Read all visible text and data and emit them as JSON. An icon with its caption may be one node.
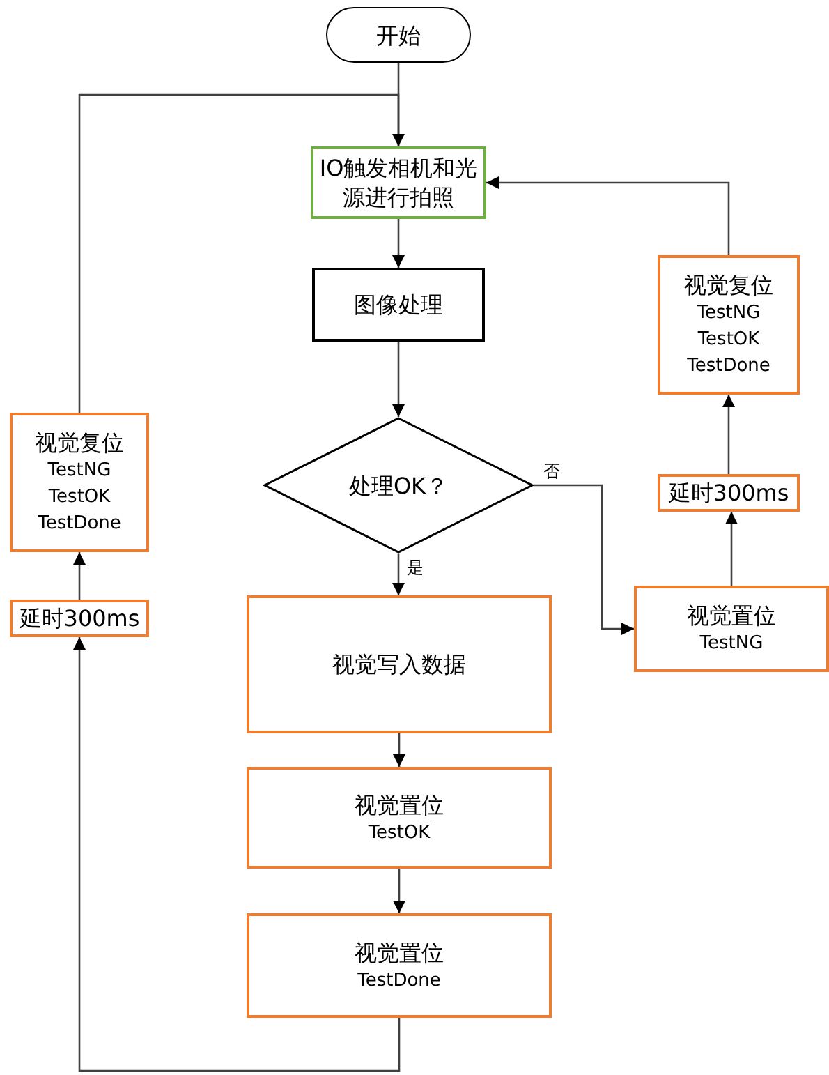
{
  "diagram": {
    "nodes": [
      {
        "text": [
          "开始"
        ]
      },
      {
        "text": [
          "IO触发相机和光源进行拍照"
        ]
      },
      {
        "text": [
          "图像处理"
        ]
      },
      {
        "text": [
          "处理OK？"
        ]
      },
      {
        "text": [
          "视觉写入数据"
        ]
      },
      {
        "text": [
          "视觉置位",
          "TestOK"
        ]
      },
      {
        "text": [
          "视觉置位",
          "TestDone"
        ]
      },
      {
        "text": [
          "延时300ms"
        ]
      },
      {
        "text": [
          "视觉复位",
          "TestNG",
          "TestOK",
          "TestDone"
        ]
      },
      {
        "text": [
          "视觉置位",
          "TestNG"
        ]
      },
      {
        "text": [
          "延时300ms"
        ]
      },
      {
        "text": [
          "视觉复位",
          "TestNG",
          "TestOK",
          "TestDone"
        ]
      }
    ],
    "edges": [
      {
        "from": 0,
        "to": 1,
        "arrow": "to"
      },
      {
        "from": 1,
        "to": 2,
        "arrow": "to"
      },
      {
        "from": 2,
        "to": 3,
        "arrow": "to"
      },
      {
        "from": 3,
        "to": 4,
        "arrow": "to",
        "label": "是"
      },
      {
        "from": 4,
        "to": 5,
        "arrow": "to"
      },
      {
        "from": 5,
        "to": 6,
        "arrow": "to"
      },
      {
        "from": 6,
        "to": 7,
        "arrow": "to"
      },
      {
        "from": 7,
        "to": 8,
        "arrow": "to"
      },
      {
        "from": 8,
        "to": 1,
        "arrow": "to"
      },
      {
        "from": 3,
        "to": 9,
        "arrow": "to",
        "label": "否"
      },
      {
        "from": 9,
        "to": 10,
        "arrow": "to"
      },
      {
        "from": 10,
        "to": 11,
        "arrow": "to"
      },
      {
        "from": 11,
        "to": 1,
        "arrow": "to"
      }
    ]
  }
}
